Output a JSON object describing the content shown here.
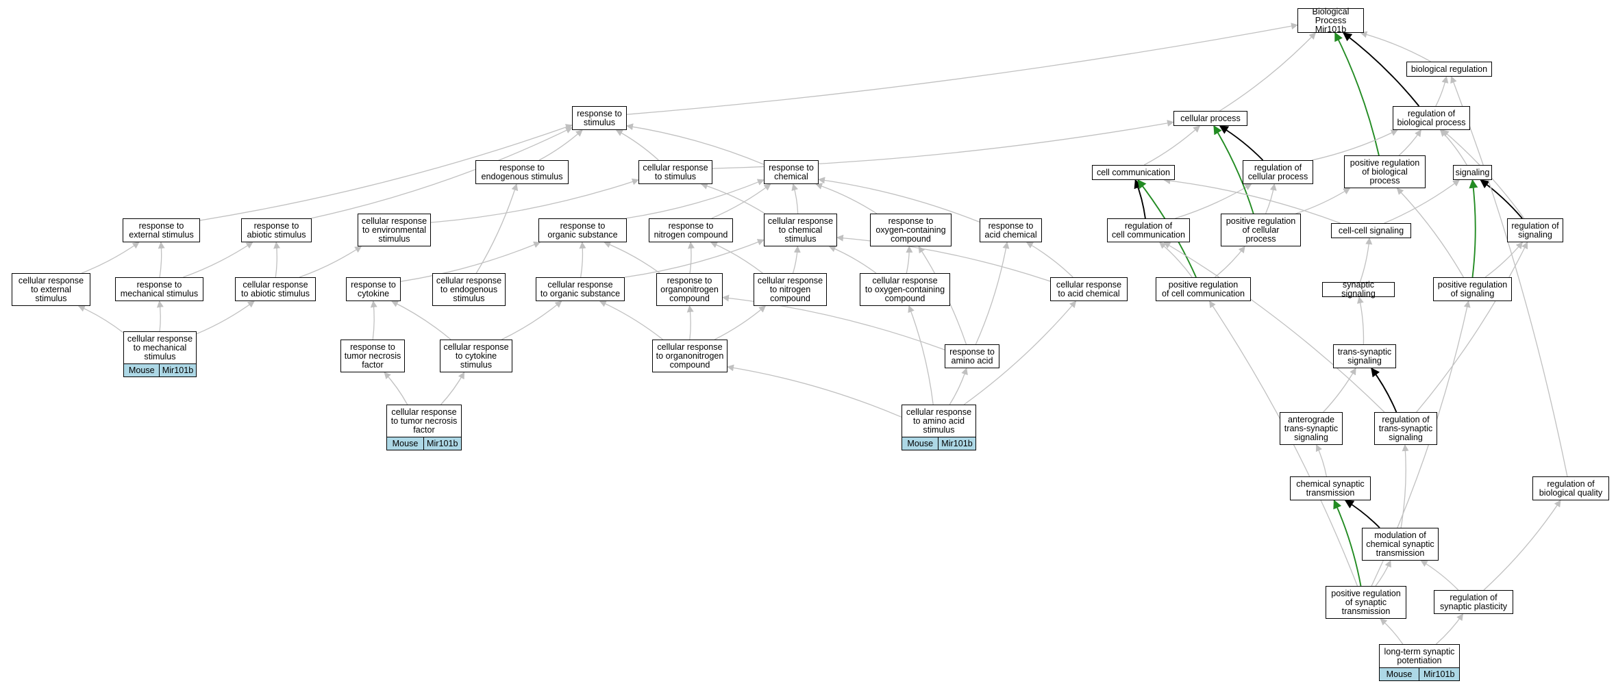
{
  "nodes": [
    {
      "id": "bp",
      "label": "Biological Process\nMir101b"
    },
    {
      "id": "biolreg",
      "label": "biological regulation"
    },
    {
      "id": "regbp",
      "label": "regulation of\nbiological process"
    },
    {
      "id": "cellproc",
      "label": "cellular process"
    },
    {
      "id": "resp_stim",
      "label": "response to\nstimulus"
    },
    {
      "id": "resp_endo",
      "label": "response to\nendogenous stimulus"
    },
    {
      "id": "cell_resp_stim",
      "label": "cellular response\nto stimulus"
    },
    {
      "id": "resp_chem",
      "label": "response to\nchemical"
    },
    {
      "id": "cellcomm",
      "label": "cell communication"
    },
    {
      "id": "regcellproc",
      "label": "regulation of\ncellular process"
    },
    {
      "id": "posregbp",
      "label": "positive regulation\nof biological\nprocess"
    },
    {
      "id": "signaling",
      "label": "signaling"
    },
    {
      "id": "resp_ext",
      "label": "response to\nexternal stimulus"
    },
    {
      "id": "resp_abio",
      "label": "response to\nabiotic stimulus"
    },
    {
      "id": "cell_resp_env",
      "label": "cellular response\nto environmental\nstimulus"
    },
    {
      "id": "resp_org",
      "label": "response to\norganic substance"
    },
    {
      "id": "resp_nitro",
      "label": "response to\nnitrogen compound"
    },
    {
      "id": "cell_resp_chem",
      "label": "cellular response\nto chemical\nstimulus"
    },
    {
      "id": "resp_oxy",
      "label": "response to\noxygen-containing\ncompound"
    },
    {
      "id": "resp_acid",
      "label": "response to\nacid chemical"
    },
    {
      "id": "regcellcomm",
      "label": "regulation of\ncell communication"
    },
    {
      "id": "posregcellproc",
      "label": "positive regulation\nof cellular\nprocess"
    },
    {
      "id": "cellcellsig",
      "label": "cell-cell signaling"
    },
    {
      "id": "regsig",
      "label": "regulation of\nsignaling"
    },
    {
      "id": "cell_resp_ext",
      "label": "cellular response\nto external\nstimulus"
    },
    {
      "id": "resp_mech",
      "label": "response to\nmechanical stimulus"
    },
    {
      "id": "cell_resp_abio",
      "label": "cellular response\nto abiotic stimulus"
    },
    {
      "id": "resp_cyto",
      "label": "response to\ncytokine"
    },
    {
      "id": "cell_resp_endo",
      "label": "cellular response\nto endogenous\nstimulus"
    },
    {
      "id": "cell_resp_org",
      "label": "cellular response\nto organic substance"
    },
    {
      "id": "resp_orgN",
      "label": "response to\norganonitrogen\ncompound"
    },
    {
      "id": "cell_resp_nitro",
      "label": "cellular response\nto nitrogen\ncompound"
    },
    {
      "id": "cell_resp_oxy",
      "label": "cellular response\nto oxygen-containing\ncompound"
    },
    {
      "id": "cell_resp_acid",
      "label": "cellular response\nto acid chemical"
    },
    {
      "id": "posregcellcomm",
      "label": "positive regulation\nof cell communication"
    },
    {
      "id": "synsig",
      "label": "synaptic signaling"
    },
    {
      "id": "posregsig",
      "label": "positive regulation\nof signaling"
    },
    {
      "id": "cell_resp_mech",
      "label": "cellular response\nto mechanical\nstimulus",
      "tag": [
        "Mouse",
        "Mir101b"
      ]
    },
    {
      "id": "resp_tnf",
      "label": "response to\ntumor necrosis\nfactor"
    },
    {
      "id": "cell_resp_cyto",
      "label": "cellular response\nto cytokine\nstimulus"
    },
    {
      "id": "cell_resp_orgN",
      "label": "cellular response\nto organonitrogen\ncompound"
    },
    {
      "id": "resp_aa",
      "label": "response to\namino acid"
    },
    {
      "id": "transsyn",
      "label": "trans-synaptic\nsignaling"
    },
    {
      "id": "cell_resp_tnf",
      "label": "cellular response\nto tumor necrosis\nfactor",
      "tag": [
        "Mouse",
        "Mir101b"
      ]
    },
    {
      "id": "cell_resp_aa",
      "label": "cellular response\nto amino acid\nstimulus",
      "tag": [
        "Mouse",
        "Mir101b"
      ]
    },
    {
      "id": "antero",
      "label": "anterograde\ntrans-synaptic\nsignaling"
    },
    {
      "id": "regtranssyn",
      "label": "regulation of\ntrans-synaptic\nsignaling"
    },
    {
      "id": "chemsyn",
      "label": "chemical synaptic\ntransmission"
    },
    {
      "id": "regbq",
      "label": "regulation of\nbiological quality"
    },
    {
      "id": "modchemsyn",
      "label": "modulation of\nchemical synaptic\ntransmission"
    },
    {
      "id": "posregsyn",
      "label": "positive regulation\nof synaptic\ntransmission"
    },
    {
      "id": "regsynplast",
      "label": "regulation of\nsynaptic plasticity"
    },
    {
      "id": "ltp",
      "label": "long-term synaptic\npotentiation",
      "tag": [
        "Mouse",
        "Mir101b"
      ]
    }
  ],
  "edges": [
    {
      "from": "biolreg",
      "to": "bp",
      "type": "is_a"
    },
    {
      "from": "regbp",
      "to": "bp",
      "type": "regulates"
    },
    {
      "from": "regbp",
      "to": "biolreg",
      "type": "is_a"
    },
    {
      "from": "cellproc",
      "to": "bp",
      "type": "is_a"
    },
    {
      "from": "resp_stim",
      "to": "bp",
      "type": "is_a"
    },
    {
      "from": "posregbp",
      "to": "bp",
      "type": "positively_regulates"
    },
    {
      "from": "posregbp",
      "to": "regbp",
      "type": "is_a"
    },
    {
      "from": "regcellproc",
      "to": "cellproc",
      "type": "regulates"
    },
    {
      "from": "regcellproc",
      "to": "regbp",
      "type": "is_a"
    },
    {
      "from": "cellcomm",
      "to": "cellproc",
      "type": "is_a"
    },
    {
      "from": "signaling",
      "to": "regbp",
      "type": "is_a"
    },
    {
      "from": "resp_endo",
      "to": "resp_stim",
      "type": "is_a"
    },
    {
      "from": "cell_resp_stim",
      "to": "resp_stim",
      "type": "is_a"
    },
    {
      "from": "cell_resp_stim",
      "to": "cellproc",
      "type": "is_a"
    },
    {
      "from": "resp_chem",
      "to": "resp_stim",
      "type": "is_a"
    },
    {
      "from": "resp_ext",
      "to": "resp_stim",
      "type": "is_a"
    },
    {
      "from": "resp_abio",
      "to": "resp_stim",
      "type": "is_a"
    },
    {
      "from": "cell_resp_env",
      "to": "cell_resp_stim",
      "type": "is_a"
    },
    {
      "from": "resp_org",
      "to": "resp_chem",
      "type": "is_a"
    },
    {
      "from": "resp_nitro",
      "to": "resp_chem",
      "type": "is_a"
    },
    {
      "from": "cell_resp_chem",
      "to": "resp_chem",
      "type": "is_a"
    },
    {
      "from": "cell_resp_chem",
      "to": "cell_resp_stim",
      "type": "is_a"
    },
    {
      "from": "resp_oxy",
      "to": "resp_chem",
      "type": "is_a"
    },
    {
      "from": "resp_acid",
      "to": "resp_chem",
      "type": "is_a"
    },
    {
      "from": "regcellcomm",
      "to": "cellcomm",
      "type": "regulates"
    },
    {
      "from": "regcellcomm",
      "to": "regcellproc",
      "type": "is_a"
    },
    {
      "from": "posregcellproc",
      "to": "cellproc",
      "type": "positively_regulates"
    },
    {
      "from": "posregcellproc",
      "to": "regcellproc",
      "type": "is_a"
    },
    {
      "from": "posregcellproc",
      "to": "posregbp",
      "type": "is_a"
    },
    {
      "from": "cellcellsig",
      "to": "cellcomm",
      "type": "is_a"
    },
    {
      "from": "cellcellsig",
      "to": "signaling",
      "type": "is_a"
    },
    {
      "from": "regsig",
      "to": "signaling",
      "type": "regulates"
    },
    {
      "from": "regsig",
      "to": "regbp",
      "type": "is_a"
    },
    {
      "from": "cell_resp_ext",
      "to": "resp_ext",
      "type": "is_a"
    },
    {
      "from": "resp_mech",
      "to": "resp_ext",
      "type": "is_a"
    },
    {
      "from": "resp_mech",
      "to": "resp_abio",
      "type": "is_a"
    },
    {
      "from": "cell_resp_abio",
      "to": "resp_abio",
      "type": "is_a"
    },
    {
      "from": "cell_resp_abio",
      "to": "cell_resp_env",
      "type": "is_a"
    },
    {
      "from": "resp_cyto",
      "to": "resp_org",
      "type": "is_a"
    },
    {
      "from": "cell_resp_endo",
      "to": "resp_endo",
      "type": "is_a"
    },
    {
      "from": "cell_resp_org",
      "to": "resp_org",
      "type": "is_a"
    },
    {
      "from": "cell_resp_org",
      "to": "cell_resp_chem",
      "type": "is_a"
    },
    {
      "from": "resp_orgN",
      "to": "resp_nitro",
      "type": "is_a"
    },
    {
      "from": "resp_orgN",
      "to": "resp_org",
      "type": "is_a"
    },
    {
      "from": "cell_resp_nitro",
      "to": "resp_nitro",
      "type": "is_a"
    },
    {
      "from": "cell_resp_nitro",
      "to": "cell_resp_chem",
      "type": "is_a"
    },
    {
      "from": "cell_resp_oxy",
      "to": "resp_oxy",
      "type": "is_a"
    },
    {
      "from": "cell_resp_oxy",
      "to": "cell_resp_chem",
      "type": "is_a"
    },
    {
      "from": "cell_resp_acid",
      "to": "resp_acid",
      "type": "is_a"
    },
    {
      "from": "cell_resp_acid",
      "to": "cell_resp_chem",
      "type": "is_a"
    },
    {
      "from": "posregcellcomm",
      "to": "cellcomm",
      "type": "positively_regulates"
    },
    {
      "from": "posregcellcomm",
      "to": "regcellcomm",
      "type": "is_a"
    },
    {
      "from": "posregcellcomm",
      "to": "posregcellproc",
      "type": "is_a"
    },
    {
      "from": "synsig",
      "to": "cellcellsig",
      "type": "is_a"
    },
    {
      "from": "posregsig",
      "to": "signaling",
      "type": "positively_regulates"
    },
    {
      "from": "posregsig",
      "to": "regsig",
      "type": "is_a"
    },
    {
      "from": "posregsig",
      "to": "posregbp",
      "type": "is_a"
    },
    {
      "from": "cell_resp_mech",
      "to": "cell_resp_ext",
      "type": "is_a"
    },
    {
      "from": "cell_resp_mech",
      "to": "resp_mech",
      "type": "is_a"
    },
    {
      "from": "cell_resp_mech",
      "to": "cell_resp_abio",
      "type": "is_a"
    },
    {
      "from": "resp_tnf",
      "to": "resp_cyto",
      "type": "is_a"
    },
    {
      "from": "cell_resp_cyto",
      "to": "resp_cyto",
      "type": "is_a"
    },
    {
      "from": "cell_resp_cyto",
      "to": "cell_resp_org",
      "type": "is_a"
    },
    {
      "from": "cell_resp_orgN",
      "to": "resp_orgN",
      "type": "is_a"
    },
    {
      "from": "cell_resp_orgN",
      "to": "cell_resp_org",
      "type": "is_a"
    },
    {
      "from": "cell_resp_orgN",
      "to": "cell_resp_nitro",
      "type": "is_a"
    },
    {
      "from": "resp_aa",
      "to": "resp_orgN",
      "type": "is_a"
    },
    {
      "from": "resp_aa",
      "to": "resp_oxy",
      "type": "is_a"
    },
    {
      "from": "resp_aa",
      "to": "resp_acid",
      "type": "is_a"
    },
    {
      "from": "transsyn",
      "to": "synsig",
      "type": "is_a"
    },
    {
      "from": "cell_resp_tnf",
      "to": "resp_tnf",
      "type": "is_a"
    },
    {
      "from": "cell_resp_tnf",
      "to": "cell_resp_cyto",
      "type": "is_a"
    },
    {
      "from": "cell_resp_aa",
      "to": "resp_aa",
      "type": "is_a"
    },
    {
      "from": "cell_resp_aa",
      "to": "cell_resp_orgN",
      "type": "is_a"
    },
    {
      "from": "cell_resp_aa",
      "to": "cell_resp_oxy",
      "type": "is_a"
    },
    {
      "from": "cell_resp_aa",
      "to": "cell_resp_acid",
      "type": "is_a"
    },
    {
      "from": "antero",
      "to": "transsyn",
      "type": "is_a"
    },
    {
      "from": "regtranssyn",
      "to": "transsyn",
      "type": "regulates"
    },
    {
      "from": "regtranssyn",
      "to": "regsig",
      "type": "is_a"
    },
    {
      "from": "regtranssyn",
      "to": "regcellcomm",
      "type": "is_a"
    },
    {
      "from": "chemsyn",
      "to": "antero",
      "type": "is_a"
    },
    {
      "from": "regbq",
      "to": "biolreg",
      "type": "is_a"
    },
    {
      "from": "modchemsyn",
      "to": "chemsyn",
      "type": "regulates"
    },
    {
      "from": "modchemsyn",
      "to": "regtranssyn",
      "type": "is_a"
    },
    {
      "from": "posregsyn",
      "to": "chemsyn",
      "type": "positively_regulates"
    },
    {
      "from": "posregsyn",
      "to": "modchemsyn",
      "type": "is_a"
    },
    {
      "from": "posregsyn",
      "to": "posregsig",
      "type": "is_a"
    },
    {
      "from": "posregsyn",
      "to": "posregcellcomm",
      "type": "is_a"
    },
    {
      "from": "regsynplast",
      "to": "modchemsyn",
      "type": "is_a"
    },
    {
      "from": "regsynplast",
      "to": "regbq",
      "type": "is_a"
    },
    {
      "from": "ltp",
      "to": "posregsyn",
      "type": "is_a"
    },
    {
      "from": "ltp",
      "to": "regsynplast",
      "type": "is_a"
    }
  ],
  "edge_colors": {
    "is_a": "#c0c0c0",
    "regulates": "#000000",
    "positively_regulates": "#228b22"
  },
  "tag_color": "#add8e6"
}
